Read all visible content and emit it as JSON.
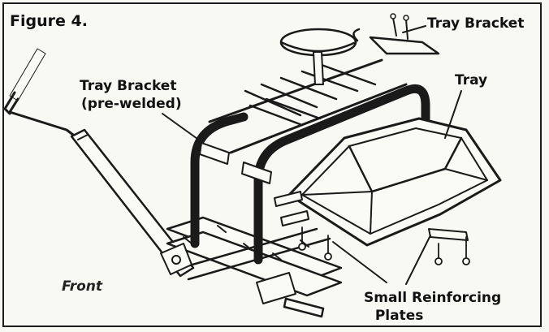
{
  "figure": {
    "title": "Figure 4.",
    "labels": {
      "tray_bracket_top": "Tray Bracket",
      "tray_bracket_prewelded_line1": "Tray Bracket",
      "tray_bracket_prewelded_line2": "(pre-welded)",
      "tray": "Tray",
      "small_reinforcing_plates_line1": "Small Reinforcing",
      "small_reinforcing_plates_line2": "Plates",
      "front": "Front"
    }
  }
}
